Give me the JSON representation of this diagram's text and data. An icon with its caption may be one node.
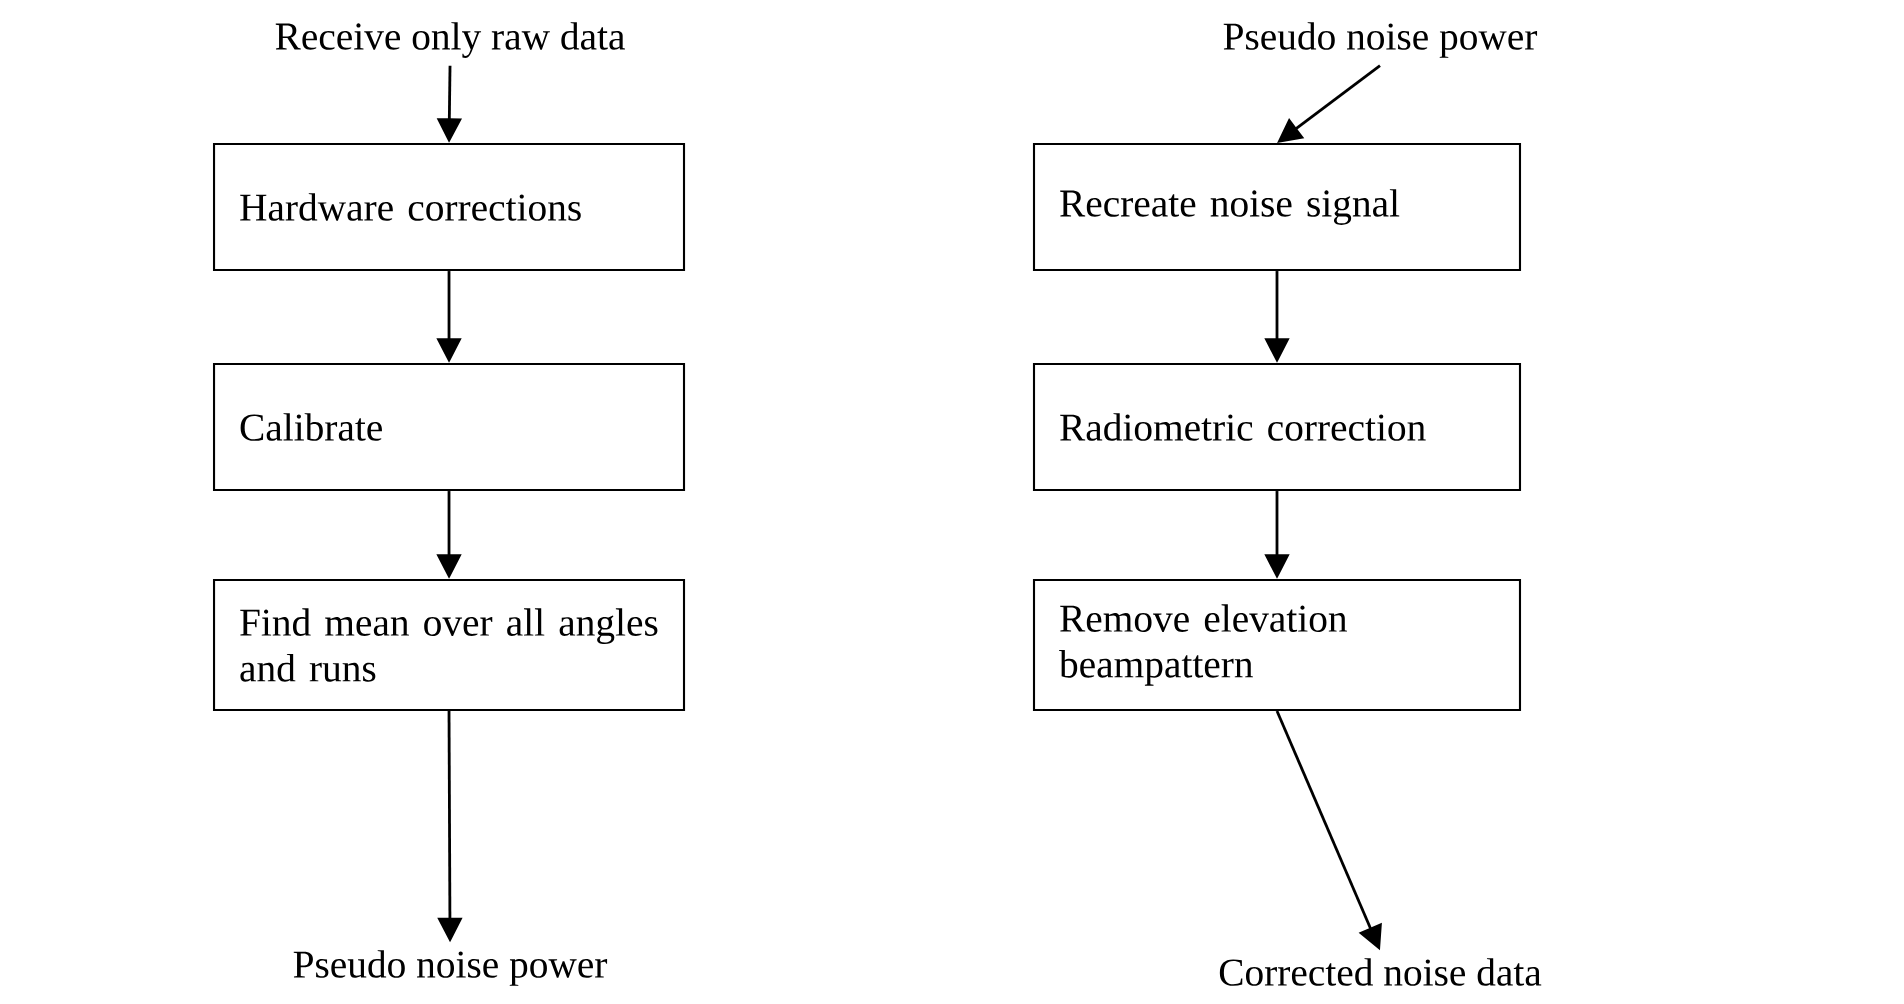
{
  "diagram": {
    "nodes": [
      {
        "text": [
          "Receive only raw data"
        ]
      },
      {
        "text": [
          "Hardware corrections"
        ]
      },
      {
        "text": [
          "Calibrate"
        ]
      },
      {
        "text": [
          "Find mean over all angles and runs"
        ]
      },
      {
        "text": [
          "Pseudo noise power"
        ]
      },
      {
        "text": [
          "Pseudo noise power"
        ]
      },
      {
        "text": [
          "Recreate noise signal"
        ]
      },
      {
        "text": [
          "Radiometric correction"
        ]
      },
      {
        "text": [
          "Remove elevation beampattern"
        ]
      },
      {
        "text": [
          "Corrected noise data"
        ]
      }
    ],
    "edges": [
      {
        "from": 0,
        "to": 1,
        "arrow": "to"
      },
      {
        "from": 1,
        "to": 2,
        "arrow": "to"
      },
      {
        "from": 2,
        "to": 3,
        "arrow": "to"
      },
      {
        "from": 3,
        "to": 4,
        "arrow": "to"
      },
      {
        "from": 5,
        "to": 6,
        "arrow": "to"
      },
      {
        "from": 6,
        "to": 7,
        "arrow": "to"
      },
      {
        "from": 7,
        "to": 8,
        "arrow": "to"
      },
      {
        "from": 8,
        "to": 9,
        "arrow": "to"
      }
    ]
  }
}
